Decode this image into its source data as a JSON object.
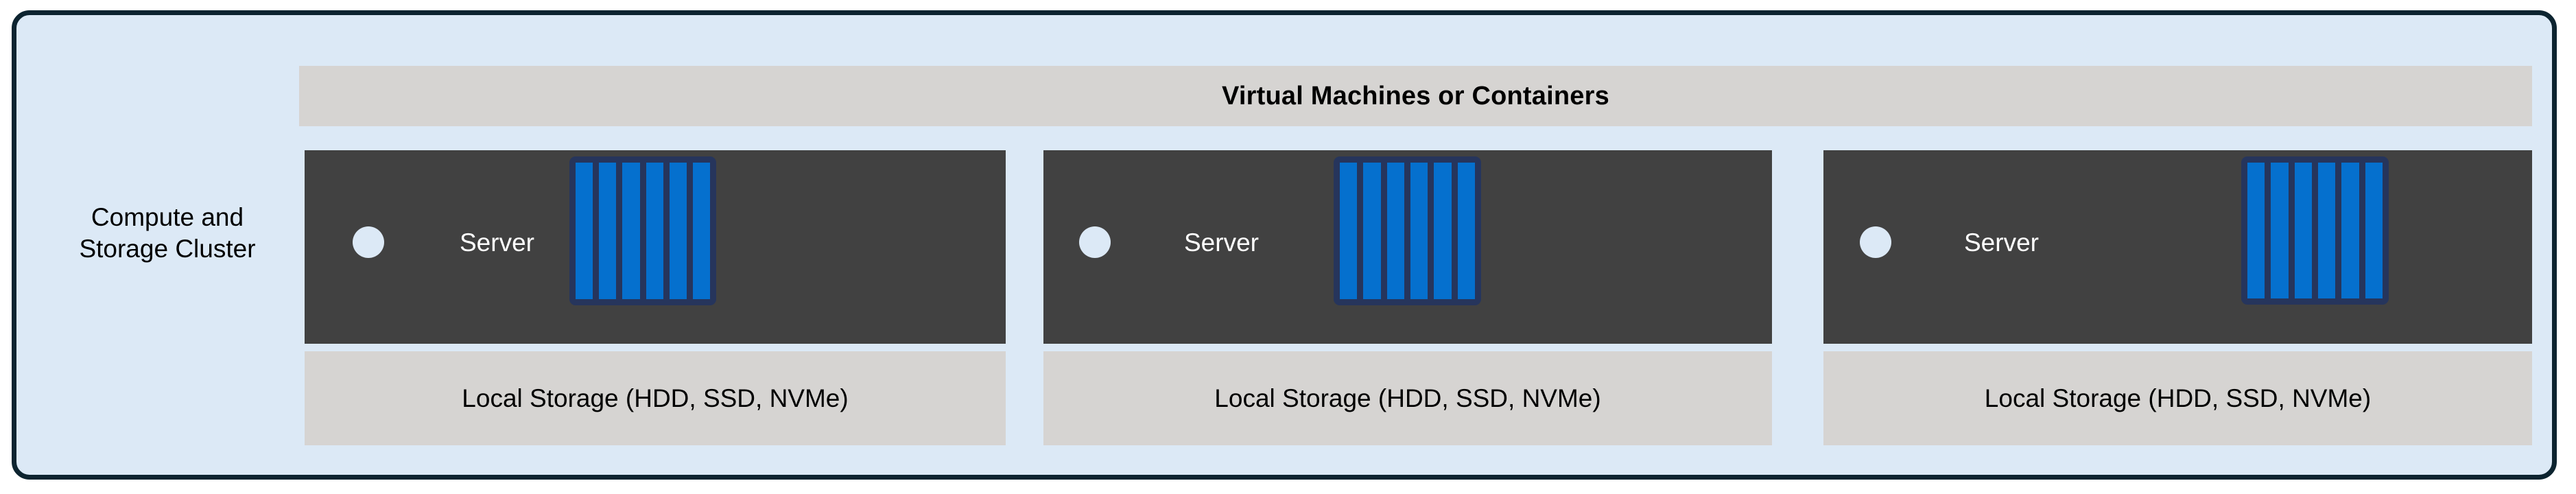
{
  "diagram": {
    "title": "Compute and Storage Cluster",
    "colors": {
      "container_background": "#dce9f6",
      "container_border": "#0d2430",
      "banner_background": "#d6d4d2",
      "server_background": "#414141",
      "disk_bay": "#0570ce",
      "disk_frame": "#26355c",
      "storage_background": "#d6d4d2",
      "server_text": "#ffffff",
      "body_text": "#000000"
    }
  },
  "cluster": {
    "label": "Compute and\nStorage Cluster"
  },
  "banner": {
    "label": "Virtual Machines or Containers"
  },
  "nodes": [
    {
      "id": "node-0",
      "server_label": "Server",
      "led_name": "status-led",
      "disk_bay_count": 6,
      "storage_label": "Local Storage (HDD, SSD, NVMe)"
    },
    {
      "id": "node-1",
      "server_label": "Server",
      "led_name": "status-led",
      "disk_bay_count": 6,
      "storage_label": "Local Storage (HDD, SSD, NVMe)"
    },
    {
      "id": "node-2",
      "server_label": "Server",
      "led_name": "status-led",
      "disk_bay_count": 6,
      "storage_label": "Local Storage (HDD, SSD, NVMe)"
    }
  ]
}
